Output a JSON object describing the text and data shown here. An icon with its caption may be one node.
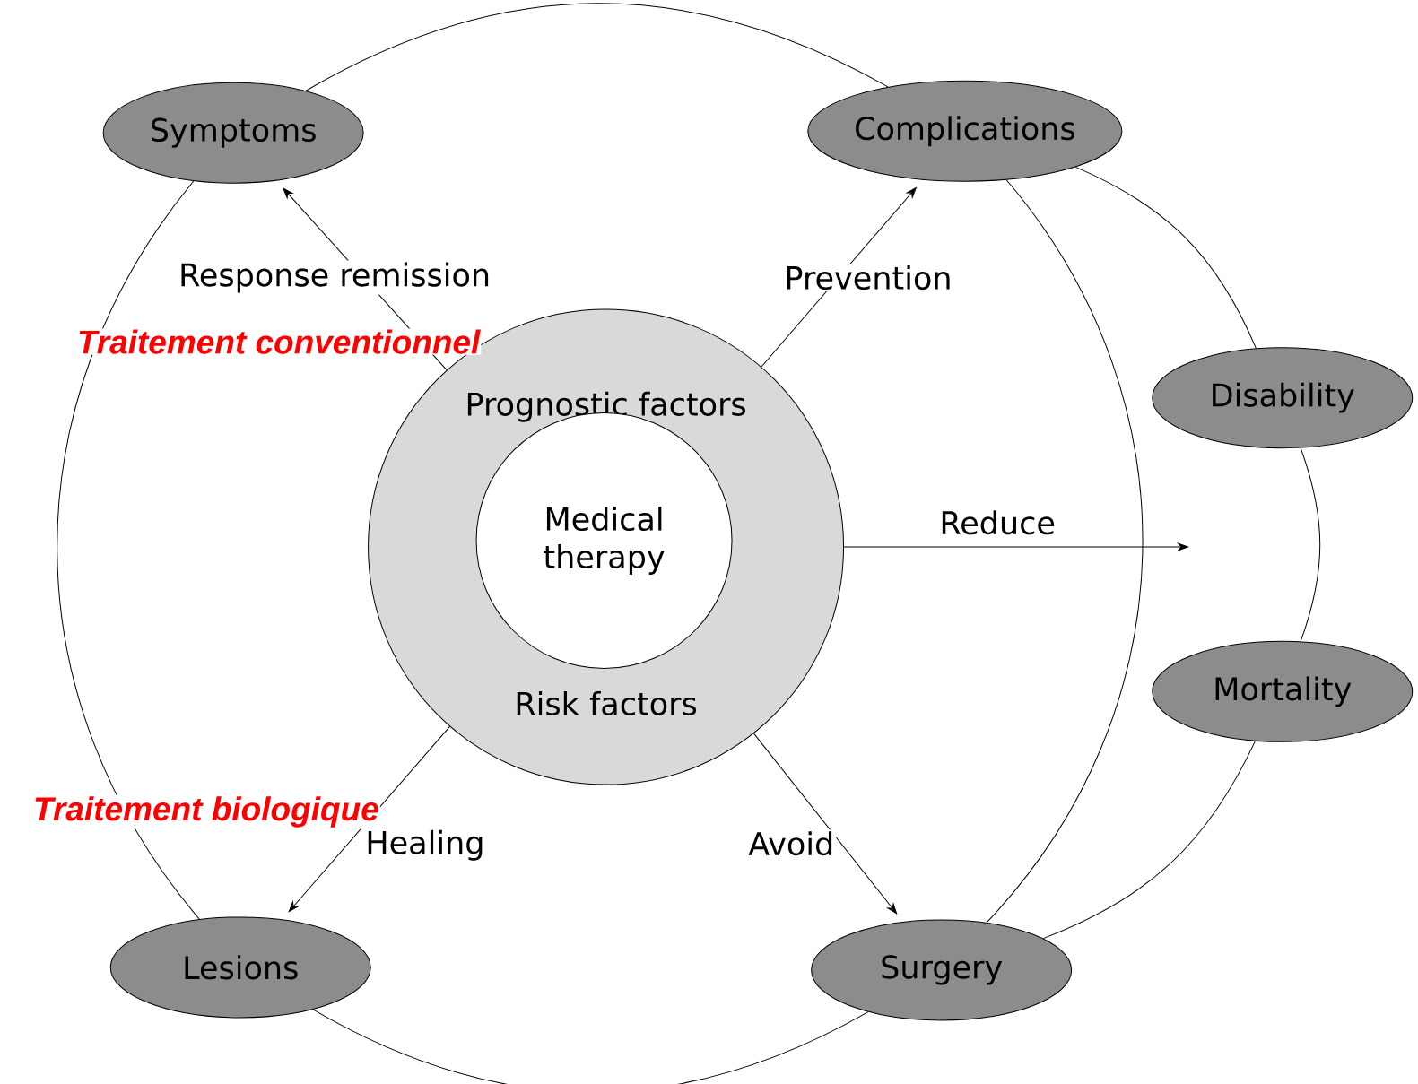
{
  "diagram": {
    "nodes": [
      {
        "text": [
          "Symptoms"
        ]
      },
      {
        "text": [
          "Complications"
        ]
      },
      {
        "text": [
          "Prognostic factors",
          "Risk factors"
        ]
      },
      {
        "text": [
          "Medical therapy"
        ],
        "in": 2
      },
      {
        "text": [
          "Disability"
        ]
      },
      {
        "text": [
          "Mortality"
        ]
      },
      {
        "text": [
          "Lesions"
        ]
      },
      {
        "text": [
          "Surgery"
        ]
      }
    ],
    "edges": [
      {
        "from": 2,
        "to": 0,
        "arrow": "to",
        "label": "Response remission"
      },
      {
        "from": 2,
        "to": 1,
        "arrow": "to",
        "label": "Prevention"
      },
      {
        "from": 2,
        "to": null,
        "arrow": "to",
        "label": "Reduce"
      },
      {
        "from": 2,
        "to": 6,
        "arrow": "to",
        "label": "Healing"
      },
      {
        "from": 2,
        "to": 7,
        "arrow": "to",
        "label": "Avoid"
      },
      {
        "from": 0,
        "to": 1,
        "arrow": "none"
      },
      {
        "from": 0,
        "to": 6,
        "arrow": "none"
      },
      {
        "from": 6,
        "to": 7,
        "arrow": "none"
      },
      {
        "from": 1,
        "to": 7,
        "arrow": "none"
      },
      {
        "from": 1,
        "to": 4,
        "arrow": "none"
      },
      {
        "from": 4,
        "to": 5,
        "arrow": "none"
      },
      {
        "from": 5,
        "to": 7,
        "arrow": "none"
      }
    ],
    "labels": [
      "Traitement conventionnel",
      "Traitement biologique"
    ]
  }
}
